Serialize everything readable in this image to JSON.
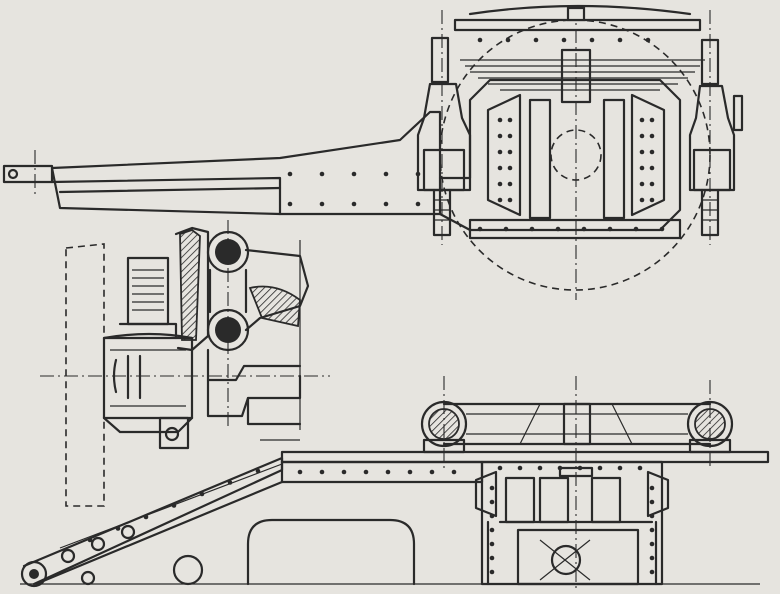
{
  "figure": {
    "type": "technical-engineering-drawing",
    "style": "black line engraving on off-white paper",
    "colors": {
      "paper": "#e6e4df",
      "ink": "#2a2a2a"
    },
    "views": [
      "plan-view-top",
      "cross-section-left",
      "side-elevation-bottom"
    ],
    "text_labels": []
  }
}
